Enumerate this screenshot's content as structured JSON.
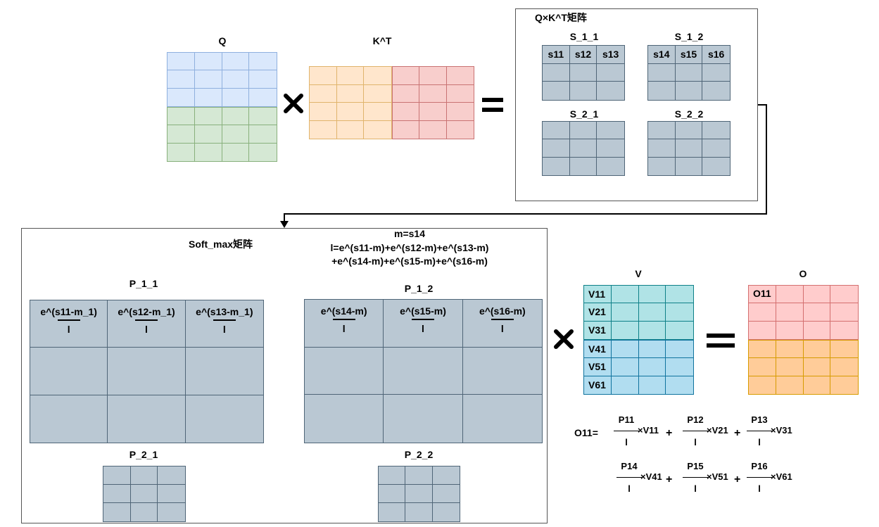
{
  "colors": {
    "q_top": "#dae8fc",
    "q_top_border": "#8fb0de",
    "q_bottom": "#d5e8d4",
    "q_bottom_border": "#88b07c",
    "k_left": "#ffe6cc",
    "k_left_border": "#e0b46c",
    "k_right": "#f8cecc",
    "k_right_border": "#c97373",
    "block": "#bac8d3",
    "block_border": "#4f6577",
    "v_top": "#b0e3e6",
    "v_top_border": "#0e8088",
    "v_bottom": "#b1ddf0",
    "v_bottom_border": "#10739e",
    "o_top": "#ffcccc",
    "o_top_border": "#d46f6f",
    "o_bottom": "#ffcc99",
    "o_bottom_border": "#d79b00"
  },
  "labels": {
    "q": "Q",
    "kt": "K^T",
    "qk_title": "Q×K^T矩阵",
    "s11_block": "S_1_1",
    "s12_block": "S_1_2",
    "s21_block": "S_2_1",
    "s22_block": "S_2_2",
    "softmax_title": "Soft_max矩阵",
    "m_eq": "m=s14",
    "l_eq_1": "l=e^(s11-m)+e^(s12-m)+e^(s13-m)",
    "l_eq_2": "+e^(s14-m)+e^(s15-m)+e^(s16-m)",
    "p11_block": "P_1_1",
    "p12_block": "P_1_2",
    "p21_block": "P_2_1",
    "p22_block": "P_2_2",
    "v": "V",
    "o": "O"
  },
  "s11_cells": [
    "s11",
    "s12",
    "s13"
  ],
  "s12_cells": [
    "s14",
    "s15",
    "s16"
  ],
  "p11_num": [
    "e^(s11-m_1)",
    "e^(s12-m_1)",
    "e^(s13-m_1)"
  ],
  "p11_den": [
    "l",
    "l",
    "l"
  ],
  "p12_num": [
    "e^(s14-m)",
    "e^(s15-m)",
    "e^(s16-m)"
  ],
  "p12_den": [
    "l",
    "l",
    "l"
  ],
  "v_cells": [
    "V11",
    "V21",
    "V31",
    "V41",
    "V51",
    "V61"
  ],
  "o_cell": "O11",
  "formula": {
    "lhs": "O11=",
    "plus": "+",
    "terms": [
      {
        "num": "P11",
        "den": "l",
        "v": "×V11"
      },
      {
        "num": "P12",
        "den": "l",
        "v": "×V21"
      },
      {
        "num": "P13",
        "den": "l",
        "v": "×V31"
      },
      {
        "num": "P14",
        "den": "l",
        "v": "×V41"
      },
      {
        "num": "P15",
        "den": "l",
        "v": "×V51"
      },
      {
        "num": "P16",
        "den": "l",
        "v": "×V61"
      }
    ]
  },
  "icons": {
    "multiply": "multiply-icon",
    "equals": "equals-icon",
    "arrow": "arrow-connector-icon"
  }
}
